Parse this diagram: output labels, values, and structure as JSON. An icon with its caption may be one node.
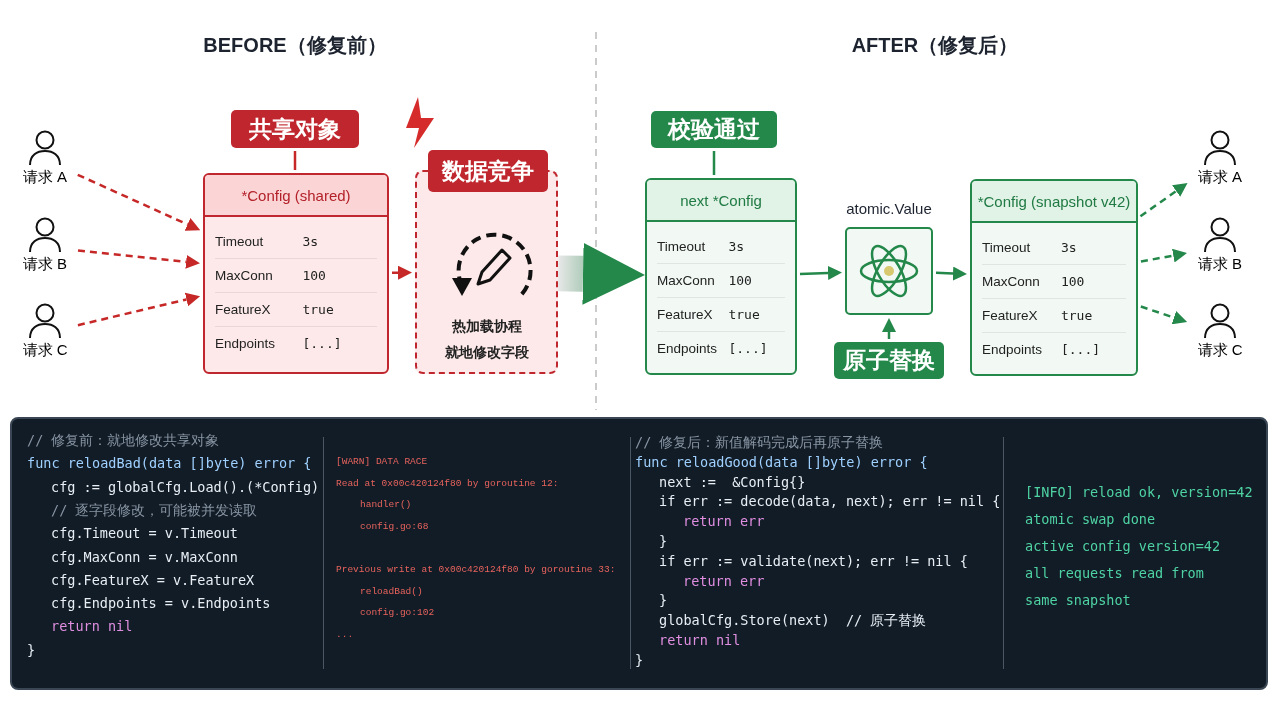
{
  "diagram": {
    "nodes": [
      {
        "text": [
          "请求 A"
        ]
      },
      {
        "text": [
          "请求 B"
        ]
      },
      {
        "text": [
          "请求 C"
        ]
      },
      {
        "text": [
          "共享对象"
        ]
      },
      {
        "text": [
          "*Config (shared)",
          "Timeout",
          "3s",
          "MaxConn",
          "100",
          "FeatureX",
          "true",
          "Endpoints",
          "[...]"
        ]
      },
      {
        "text": [
          "数据竞争",
          "热加载协程",
          "就地修改字段"
        ]
      },
      {
        "text": [
          "校验通过"
        ]
      },
      {
        "text": [
          "next *Config",
          "Timeout",
          "3s",
          "MaxConn",
          "100",
          "FeatureX",
          "true",
          "Endpoints",
          "[...]"
        ]
      },
      {
        "text": [
          "atomic.Value"
        ]
      },
      {
        "text": [
          "原子替换"
        ]
      },
      {
        "text": [
          "*Config (snapshot v42)",
          "Timeout",
          "3s",
          "MaxConn",
          "100",
          "FeatureX",
          "true",
          "Endpoints",
          "[...]"
        ]
      },
      {
        "text": [
          "请求 A"
        ]
      },
      {
        "text": [
          "请求 B"
        ]
      },
      {
        "text": [
          "请求 C"
        ]
      }
    ],
    "edges": [
      {
        "from": 0,
        "to": 4,
        "arrow": "to",
        "style": "dashed",
        "color": "#c62828"
      },
      {
        "from": 1,
        "to": 4,
        "arrow": "to",
        "style": "dashed",
        "color": "#c62828"
      },
      {
        "from": 2,
        "to": 4,
        "arrow": "to",
        "style": "dashed",
        "color": "#c62828"
      },
      {
        "from": 3,
        "to": 4,
        "arrow": "none",
        "color": "#c62828"
      },
      {
        "from": 4,
        "to": 5,
        "arrow": "to",
        "style": "dashed",
        "color": "#c62828"
      },
      {
        "from": 5,
        "to": 7,
        "arrow": "to",
        "style": "thick"
      },
      {
        "from": 6,
        "to": 7,
        "arrow": "none"
      },
      {
        "from": 7,
        "to": 8,
        "arrow": "to"
      },
      {
        "from": 9,
        "to": 8,
        "arrow": "to"
      },
      {
        "from": 8,
        "to": 10,
        "arrow": "to"
      },
      {
        "from": 10,
        "to": 11,
        "arrow": "to",
        "style": "dashed"
      },
      {
        "from": 10,
        "to": 12,
        "arrow": "to",
        "style": "dashed"
      },
      {
        "from": 10,
        "to": 13,
        "arrow": "to",
        "style": "dashed"
      }
    ],
    "labels": [
      "BEFORE（修复前）",
      "AFTER（修复后）",
      "// 修复前：就地修改共享对象",
      "func reloadBad(data []byte) error {",
      "cfg := globalCfg.Load().(*Config)",
      "// 逐字段修改，可能被并发读取",
      "cfg.Timeout = v.Timeout",
      "cfg.MaxConn = v.MaxConn",
      "cfg.FeatureX = v.FeatureX",
      "cfg.Endpoints = v.Endpoints",
      "return nil",
      "}",
      "[WARN] DATA RACE",
      "Read at 0x00c420124f80 by goroutine 12:",
      "handler()",
      "config.go:68",
      "Previous write at 0x00c420124f80 by goroutine 33:",
      "reloadBad()",
      "config.go:102",
      "...",
      "// 修复后：新值解码完成后再原子替换",
      "func reloadGood(data []byte) error {",
      "next :=  &Config{}",
      "if err := decode(data, next); err != nil {",
      "return err",
      "}",
      "if err := validate(next); err != nil {",
      "return err",
      "}",
      "globalCfg.Store(next)  // 原子替换",
      "return nil",
      "}",
      "[INFO] reload ok, version=42",
      "atomic swap done",
      "active config version=42",
      "all requests read from",
      "same snapshot"
    ]
  }
}
